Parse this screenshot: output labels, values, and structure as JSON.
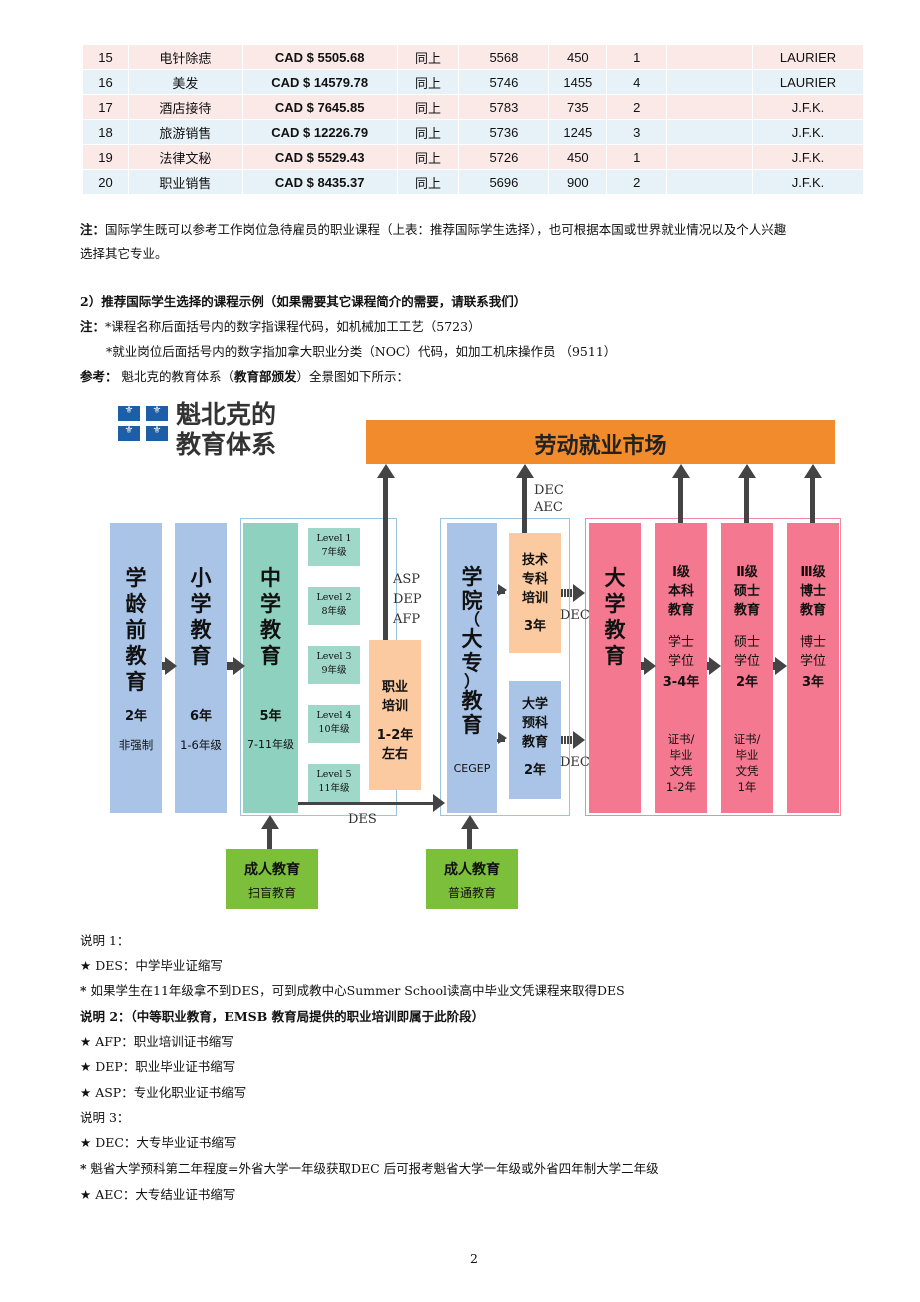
{
  "table": {
    "rows": [
      {
        "no": "15",
        "name": "电针除痣",
        "cost": "CAD $ 5505.68",
        "note": "同上",
        "code": "5568",
        "hours": "450",
        "n": "1",
        "blank": "",
        "school": "LAURIER"
      },
      {
        "no": "16",
        "name": "美发",
        "cost": "CAD $ 14579.78",
        "note": "同上",
        "code": "5746",
        "hours": "1455",
        "n": "4",
        "blank": "",
        "school": "LAURIER"
      },
      {
        "no": "17",
        "name": "酒店接待",
        "cost": "CAD $ 7645.85",
        "note": "同上",
        "code": "5783",
        "hours": "735",
        "n": "2",
        "blank": "",
        "school": "J.F.K."
      },
      {
        "no": "18",
        "name": "旅游销售",
        "cost": "CAD $ 12226.79",
        "note": "同上",
        "code": "5736",
        "hours": "1245",
        "n": "3",
        "blank": "",
        "school": "J.F.K."
      },
      {
        "no": "19",
        "name": "法律文秘",
        "cost": "CAD $ 5529.43",
        "note": "同上",
        "code": "5726",
        "hours": "450",
        "n": "1",
        "blank": "",
        "school": "J.F.K."
      },
      {
        "no": "20",
        "name": "职业销售",
        "cost": "CAD $ 8435.37",
        "note": "同上",
        "code": "5696",
        "hours": "900",
        "n": "2",
        "blank": "",
        "school": "J.F.K."
      }
    ]
  },
  "note1": {
    "label": "注：",
    "line1": "国际学生既可以参考工作岗位急待雇员的职业课程（上表：推荐国际学生选择），也可根据本国或世界就业情况以及个人兴趣",
    "line2": "选择其它专业。"
  },
  "section2": {
    "heading": "2）推荐国际学生选择的课程示例（如果需要其它课程简介的需要，请联系我们）",
    "note_label": "注：",
    "note_a": "*课程名称后面括号内的数字指课程代码，如机械加工工艺（5723）",
    "note_b": "*就业岗位后面括号内的数字指加拿大职业分类（NOC）代码，如加工机床操作员 （9511）",
    "ref_label": "参考：",
    "ref_pre": " 魁北克的教育体系（",
    "ref_bold": "教育部颁发",
    "ref_post": "）全景图如下所示："
  },
  "diagram": {
    "title1": "魁北克的",
    "title2": "教育体系",
    "labor": "劳动就业市场",
    "preschool": {
      "name": "学龄前教育",
      "years": "2年",
      "note": "非强制"
    },
    "primary": {
      "name": "小学教育",
      "years": "6年",
      "note": "1-6年级"
    },
    "secondary": {
      "name": "中学教育",
      "years": "5年",
      "note": "7-11年级"
    },
    "levels": [
      {
        "a": "Level 1",
        "b": "7年级"
      },
      {
        "a": "Level 2",
        "b": "8年级"
      },
      {
        "a": "Level 3",
        "b": "9年级"
      },
      {
        "a": "Level 4",
        "b": "10年级"
      },
      {
        "a": "Level 5",
        "b": "11年级"
      }
    ],
    "vocational": {
      "name1": "职业",
      "name2": "培训",
      "years1": "1-2年",
      "years2": "左右"
    },
    "asp": "ASP",
    "dep": "DEP",
    "afp": "AFP",
    "des": "DES",
    "dec_aec1": "DEC",
    "dec_aec2": "AEC",
    "college": {
      "name1": "学院",
      "name2": "（大专）",
      "name3": "教育",
      "sub": "CEGEP"
    },
    "tech": {
      "l1": "技术",
      "l2": "专科",
      "l3": "培训",
      "years": "3年"
    },
    "prep": {
      "l1": "大学",
      "l2": "预科",
      "l3": "教育",
      "years": "2年"
    },
    "dec1": "DEC",
    "dec2": "DEC",
    "university": "大学教育",
    "bachelor": {
      "l1": "Ⅰ级",
      "l2": "本科",
      "l3": "教育",
      "d1": "学士",
      "d2": "学位",
      "years": "3-4年",
      "c1": "证书/",
      "c2": "毕业",
      "c3": "文凭",
      "c4": "1-2年"
    },
    "master": {
      "l1": "Ⅱ级",
      "l2": "硕士",
      "l3": "教育",
      "d1": "硕士",
      "d2": "学位",
      "years": "2年",
      "c1": "证书/",
      "c2": "毕业",
      "c3": "文凭",
      "c4": "1年"
    },
    "phd": {
      "l1": "Ⅲ级",
      "l2": "博士",
      "l3": "教育",
      "d1": "博士",
      "d2": "学位",
      "years": "3年"
    },
    "adult1": {
      "t": "成人教育",
      "s": "扫盲教育"
    },
    "adult2": {
      "t": "成人教育",
      "s": "普通教育"
    },
    "colors": {
      "orange": "#f28b2c",
      "blue": "#a9c4e6",
      "teal": "#8fd1bf",
      "peach": "#fbcaa0",
      "pink": "#f4788f",
      "green": "#7bbf3a"
    }
  },
  "explain": {
    "h1": "说明 1：",
    "s1a": " DES：中学毕业证缩写",
    "s1b": " 如果学生在11年级拿不到DES，可到成教中心Summer School读高中毕业文凭课程来取得DES",
    "h2": "说明 2：（中等职业教育，EMSB 教育局提供的职业培训即属于此阶段）",
    "s2a": " AFP：职业培训证书缩写",
    "s2b": " DEP：职业毕业证书缩写",
    "s2c": " ASP：专业化职业证书缩写",
    "h3": "说明 3：",
    "s3a": " DEC：大专毕业证书缩写",
    "s3b": " 魁省大学预科第二年程度=外省大学一年级获取DEC 后可报考魁省大学一年级或外省四年制大学二年级",
    "s3c": " AEC：大专结业证书缩写",
    "star": "★",
    "ast": "*"
  },
  "page_number": "2"
}
